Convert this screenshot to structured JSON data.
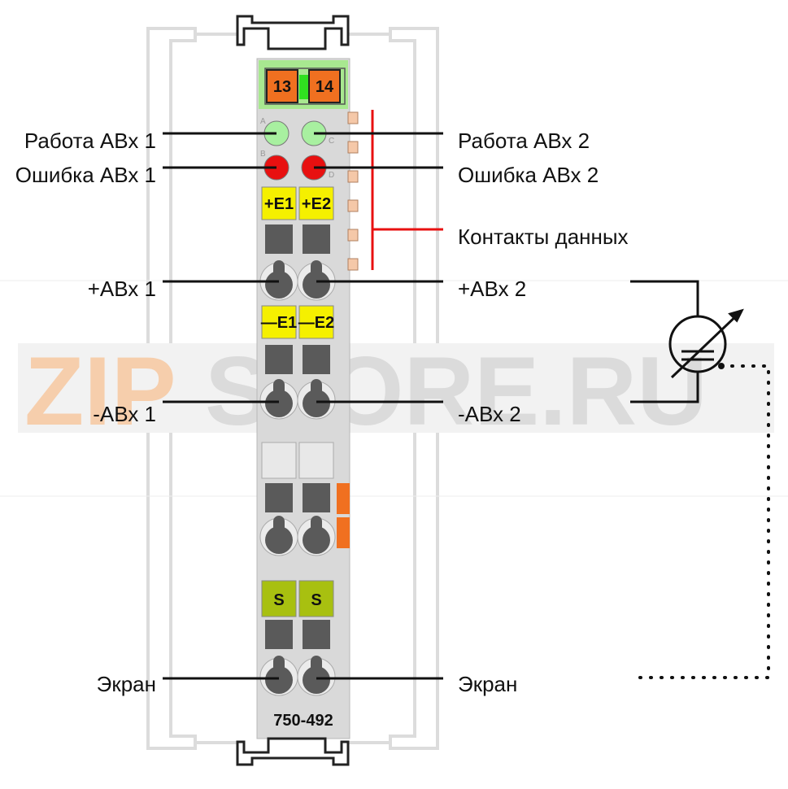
{
  "labels": {
    "left": {
      "run1": "Работа АВх 1",
      "err1": "Ошибка АВх 1",
      "plus1": "+АВх 1",
      "minus1": "-АВх 1",
      "shield1": "Экран"
    },
    "right": {
      "run2": "Работа АВх 2",
      "err2": "Ошибка АВх 2",
      "data": "Контакты данных",
      "plus2": "+АВх 2",
      "minus2": "-АВх 2",
      "shield2": "Экран"
    }
  },
  "terminals": {
    "t13": "13",
    "t14": "14",
    "e1p": "+E1",
    "e2p": "+E2",
    "e1m": "—E1",
    "e2m": "—E2",
    "s1": "S",
    "s2": "S"
  },
  "led_letters": {
    "a": "A",
    "b": "B",
    "c": "C",
    "d": "D"
  },
  "model": "750-492",
  "watermark": {
    "part1": "ZIP",
    "part2": "STORE.RU"
  },
  "colors": {
    "led_green": "#a8f0a0",
    "led_red": "#e81010",
    "terminal_orange": "#f07020",
    "label_yellow": "#f5f000",
    "shield_olive": "#a8c010",
    "data_contact": "#f5c8a8",
    "red_bracket": "#e81010",
    "module_gray": "#d9d9d9"
  }
}
